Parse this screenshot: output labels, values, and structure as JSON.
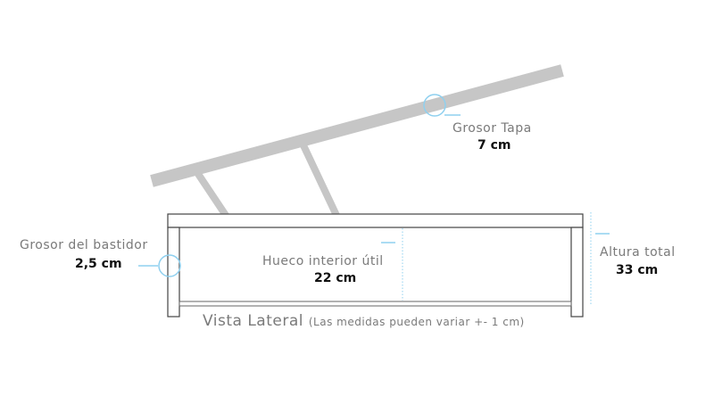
{
  "labels": {
    "lid": {
      "title": "Grosor Tapa",
      "value": "7 cm"
    },
    "frame": {
      "title": "Grosor del bastidor",
      "value": "2,5 cm"
    },
    "interior": {
      "title": "Hueco interior útil",
      "value": "22 cm"
    },
    "height": {
      "title": "Altura total",
      "value": "33 cm"
    }
  },
  "caption": {
    "title": "Vista Lateral",
    "note": "(Las medidas pueden variar +- 1 cm)"
  },
  "colors": {
    "lid": "#c6c6c6",
    "frame": "#555555",
    "accent": "#8fd0ef"
  }
}
